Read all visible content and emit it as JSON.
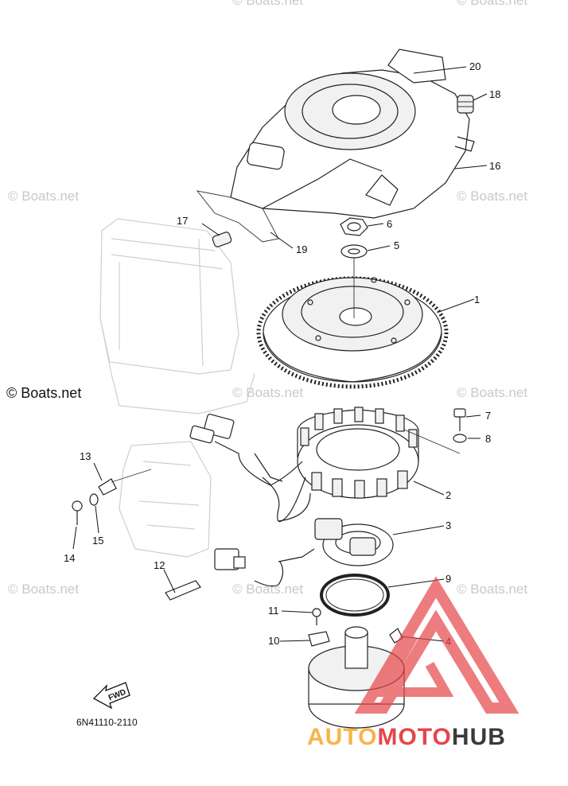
{
  "watermarks": {
    "faint": "© Boats.net",
    "strong": "© Boats.net"
  },
  "part_labels": {
    "p1": "1",
    "p2": "2",
    "p3": "3",
    "p4": "4",
    "p5": "5",
    "p6": "6",
    "p7": "7",
    "p8": "8",
    "p9": "9",
    "p10": "10",
    "p11": "11",
    "p12": "12",
    "p13": "13",
    "p14": "14",
    "p15": "15",
    "p16": "16",
    "p17": "17",
    "p18": "18",
    "p19": "19",
    "p20": "20"
  },
  "fwd_label": "FWD",
  "diagram_code": "6N41110-2110",
  "logo": {
    "part1": "AUTO",
    "part2": "MOTO",
    "part3": "HUB",
    "colors": {
      "auto": "#f6b54a",
      "moto": "#e6454a",
      "hub": "#3a3a3a"
    }
  }
}
